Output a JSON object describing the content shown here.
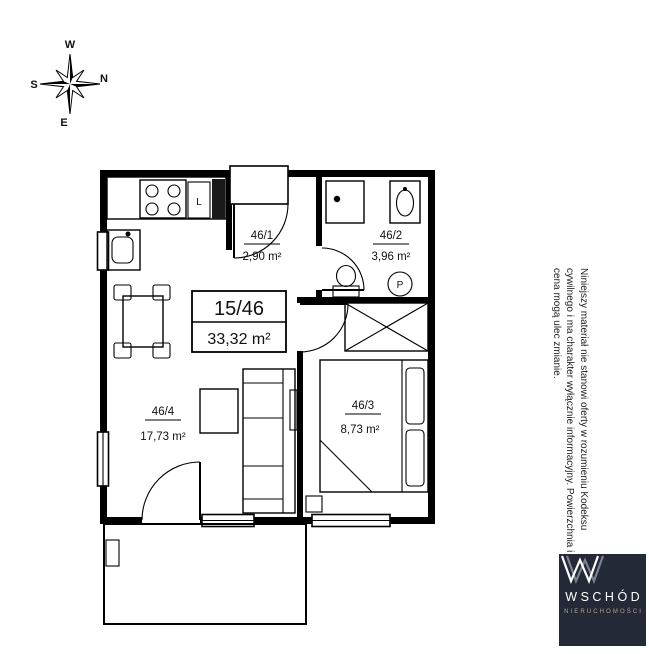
{
  "compass": {
    "n": "N",
    "s": "S",
    "e": "E",
    "w": "W"
  },
  "plan": {
    "unit": {
      "number": "15/46",
      "area": "33,32 m²"
    },
    "rooms": [
      {
        "id": "46/1",
        "area": "2,90 m²"
      },
      {
        "id": "46/2",
        "area": "3,96 m²"
      },
      {
        "id": "46/3",
        "area": "8,73 m²"
      },
      {
        "id": "46/4",
        "area": "17,73 m²"
      }
    ],
    "kitchen_label": "L",
    "bathroom_label": "P"
  },
  "disclaimer": "Niniejszy materiał nie stanowi oferty w rozumieniu Kodeksu cywilnego i ma charakter wyłącznie informacyjny. Powierzchnia i cena mogą ulec zmianie.",
  "logo": {
    "name": "WSCHÓD",
    "subtitle": "NIERUCHOMOŚCI"
  },
  "colors": {
    "wall": "#000000",
    "line": "#111111",
    "logo_bg": "#232936",
    "logo_text": "#ffffff",
    "logo_subtitle": "#b3a188"
  }
}
